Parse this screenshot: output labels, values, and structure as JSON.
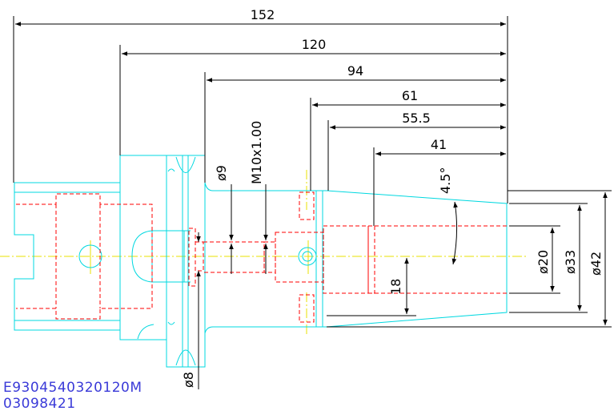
{
  "drawing": {
    "colors": {
      "dimension": "#000000",
      "outline": "#00d8e0",
      "hidden": "#ff0000",
      "centerline": "#e8e000",
      "part_code": "#3a3ad8"
    },
    "dimensions": {
      "overall_length": "152",
      "length_120": "120",
      "length_94": "94",
      "length_61": "61",
      "length_55_5": "55.5",
      "length_41": "41",
      "taper_angle": "4.5°",
      "dia_9": "ø9",
      "thread": "M10x1.00",
      "dia_8": "ø8",
      "depth_18": "18",
      "dia_20": "ø20",
      "dia_33": "ø33",
      "dia_42": "ø42"
    },
    "part_code_1": "E9304540320120M",
    "part_code_2": "03098421"
  }
}
